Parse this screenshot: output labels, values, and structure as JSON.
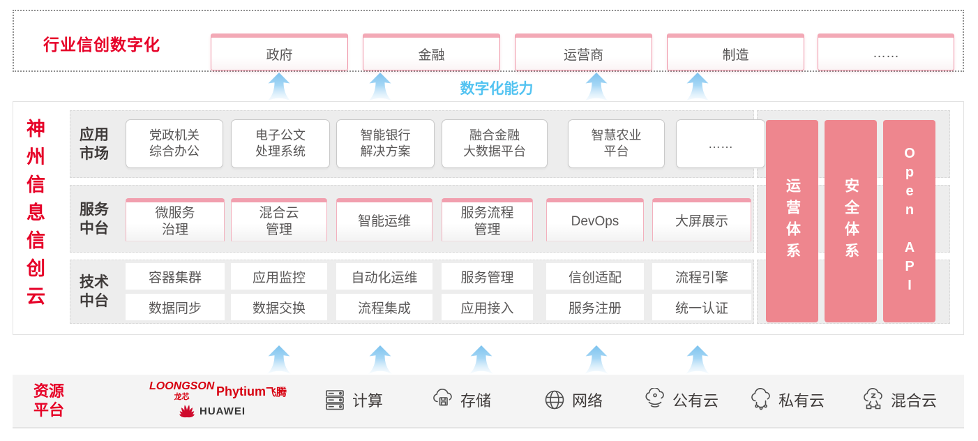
{
  "colors": {
    "red": "#e60027",
    "pink": "#ee868e",
    "blue": "#53c3f1"
  },
  "top_band": {
    "label": "行业信创数字化",
    "items": [
      "政府",
      "金融",
      "运营商",
      "制造",
      "……"
    ]
  },
  "capability": {
    "label": "数字化能力"
  },
  "platform": {
    "title": "神州信息信创云",
    "app_row": {
      "label": "应用\n市场",
      "items": [
        "党政机关\n综合办公",
        "电子公文\n处理系统",
        "智能银行\n解决方案",
        "融合金融\n大数据平台",
        "智慧农业\n平台",
        "……"
      ]
    },
    "service_row": {
      "label": "服务\n中台",
      "items": [
        "微服务\n治理",
        "混合云\n管理",
        "智能运维",
        "服务流程\n管理",
        "DevOps",
        "大屏展示"
      ]
    },
    "tech_row": {
      "label": "技术\n中台",
      "row1": [
        "容器集群",
        "应用监控",
        "自动化运维",
        "服务管理",
        "信创适配",
        "流程引擎"
      ],
      "row2": [
        "数据同步",
        "数据交换",
        "流程集成",
        "应用接入",
        "服务注册",
        "统一认证"
      ]
    },
    "pillars": [
      "运营体系",
      "安全体系",
      "Open API"
    ]
  },
  "resources": {
    "label": "资源\n平台",
    "vendors": {
      "loongson": "LOONGSON",
      "loongson_cn": "龙芯",
      "phytium": "Phytium",
      "phytium_cn": "飞腾",
      "huawei": "HUAWEI"
    },
    "items": [
      {
        "icon": "compute-icon",
        "label": "计算"
      },
      {
        "icon": "storage-icon",
        "label": "存储"
      },
      {
        "icon": "network-icon",
        "label": "网络"
      },
      {
        "icon": "public-cloud-icon",
        "label": "公有云"
      },
      {
        "icon": "private-cloud-icon",
        "label": "私有云"
      },
      {
        "icon": "hybrid-cloud-icon",
        "label": "混合云"
      }
    ]
  }
}
